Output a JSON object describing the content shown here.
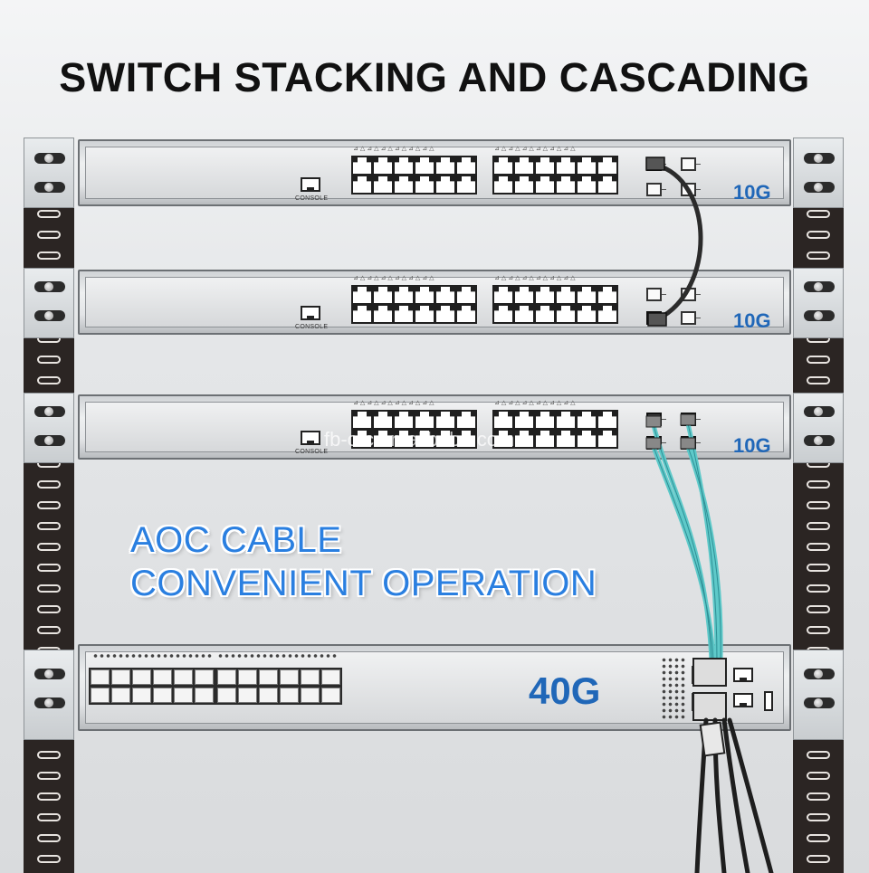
{
  "title": "SWITCH STACKING AND CASCADING",
  "switches": [
    {
      "speed": "10G",
      "console_label": "CONSOLE"
    },
    {
      "speed": "10G",
      "console_label": "CONSOLE"
    },
    {
      "speed": "10G",
      "console_label": "CONSOLE"
    }
  ],
  "core_switch": {
    "speed": "40G"
  },
  "callout": {
    "line1": "AOC CABLE",
    "line2": "CONVENIENT OPERATION"
  },
  "watermark": "fb-ofc.en.alibaba.com",
  "colors": {
    "accent_blue": "#2067b8",
    "callout_blue": "#2a7fe0",
    "aoc_cable": "#5ec9c9",
    "dac_cable": "#2b2b2b",
    "rack_rail": "#2b2523"
  }
}
